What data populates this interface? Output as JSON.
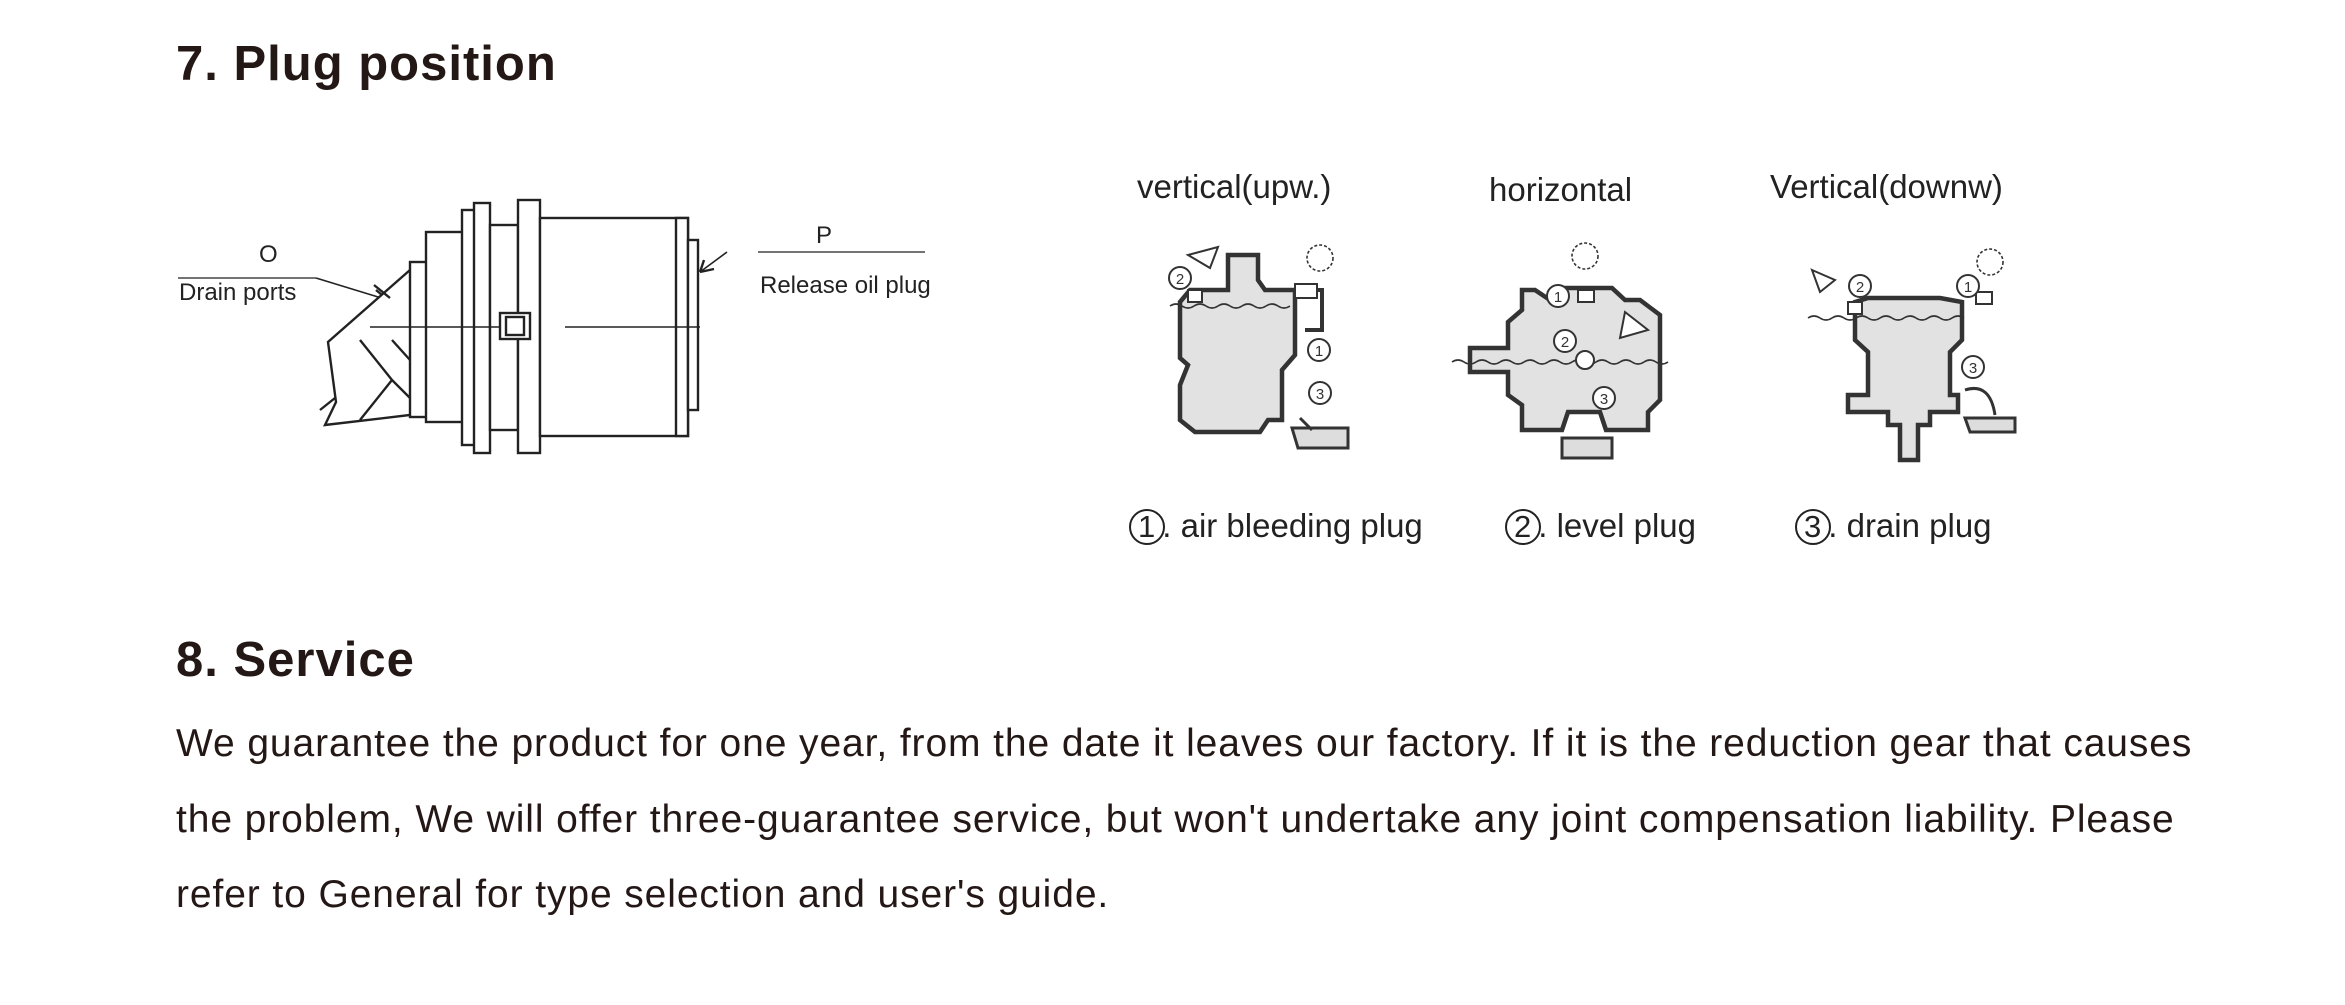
{
  "sections": {
    "plug": {
      "heading": "7. Plug position"
    },
    "service": {
      "heading": "8. Service",
      "paragraph": "We guarantee the product for one year, from the date it leaves our factory. If it is the reduction gear that causes the problem, We will offer three-guarantee service, but won't undertake any joint compensation liability. Please refer to General for type selection and user's guide."
    }
  },
  "motor": {
    "o_letter": "O",
    "drain_label": "Drain ports",
    "p_letter": "P",
    "release_label": "Release oil plug"
  },
  "views": [
    {
      "label": "vertical(upw.)"
    },
    {
      "label": "horizontal"
    },
    {
      "label": "Vertical(downw)"
    }
  ],
  "legend": [
    {
      "num": "1",
      "text": ". air bleeding plug"
    },
    {
      "num": "2",
      "text": ". level plug"
    },
    {
      "num": "3",
      "text": ". drain plug"
    }
  ]
}
